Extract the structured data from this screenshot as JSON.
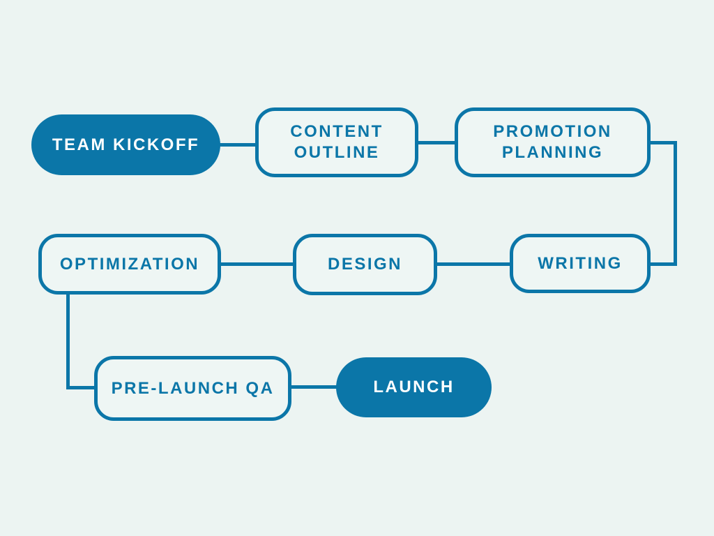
{
  "colors": {
    "background": "#ecf4f2",
    "accent": "#0b76a8",
    "node_fill": "#eef6f4",
    "text_on_accent": "#ffffff"
  },
  "diagram": {
    "type": "flowchart",
    "nodes": [
      {
        "id": "team-kickoff",
        "label": "TEAM KICKOFF",
        "style": "filled-pill"
      },
      {
        "id": "content-outline",
        "label": "CONTENT OUTLINE",
        "style": "outlined"
      },
      {
        "id": "promotion-planning",
        "label": "PROMOTION PLANNING",
        "style": "outlined"
      },
      {
        "id": "optimization",
        "label": "OPTIMIZATION",
        "style": "outlined"
      },
      {
        "id": "design",
        "label": "DESIGN",
        "style": "outlined"
      },
      {
        "id": "writing",
        "label": "WRITING",
        "style": "outlined"
      },
      {
        "id": "pre-launch-qa",
        "label": "PRE-LAUNCH QA",
        "style": "outlined"
      },
      {
        "id": "launch",
        "label": "LAUNCH",
        "style": "filled-pill"
      }
    ],
    "edges": [
      {
        "from": "team-kickoff",
        "to": "content-outline",
        "shape": "straight"
      },
      {
        "from": "content-outline",
        "to": "promotion-planning",
        "shape": "straight"
      },
      {
        "from": "promotion-planning",
        "to": "writing",
        "shape": "right-side-elbow"
      },
      {
        "from": "writing",
        "to": "design",
        "shape": "straight"
      },
      {
        "from": "design",
        "to": "optimization",
        "shape": "straight"
      },
      {
        "from": "optimization",
        "to": "pre-launch-qa",
        "shape": "bottom-left-elbow"
      },
      {
        "from": "pre-launch-qa",
        "to": "launch",
        "shape": "straight"
      }
    ]
  }
}
